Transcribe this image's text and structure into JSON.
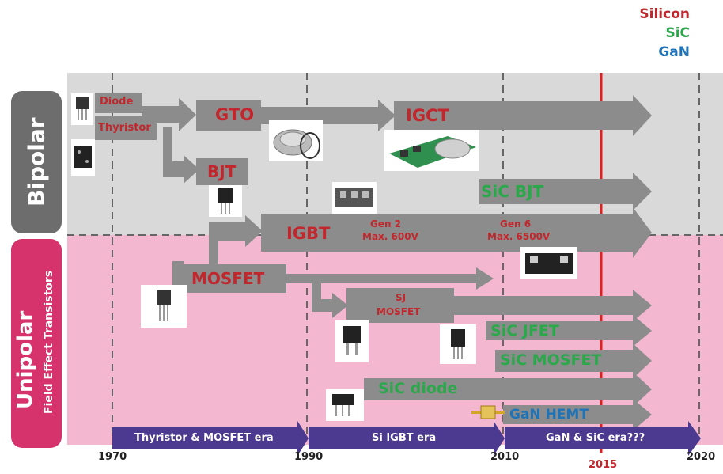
{
  "legend": {
    "silicon": "Silicon",
    "sic": "SiC",
    "gan": "GaN"
  },
  "colors": {
    "silicon": "#c1272d",
    "sic": "#2aa84a",
    "gan": "#1f73b7",
    "bipolar_bg": "#d9d9d9",
    "unipolar_bg": "#f3b7cf",
    "arrow": "#8c8c8c",
    "era": "#4b3a8f",
    "timeline_2015": "#e02020"
  },
  "groups": {
    "bipolar": "Bipolar",
    "unipolar": "Unipolar",
    "unipolar_sub": "Field Effect Transistors"
  },
  "devices": {
    "diode": "Diode",
    "thyristor": "Thyristor",
    "gto": "GTO",
    "igct": "IGCT",
    "bjt": "BJT",
    "sic_bjt": "SiC BJT",
    "igbt": "IGBT",
    "gen2": "Gen 2",
    "gen2_v": "Max. 600V",
    "gen6": "Gen 6",
    "gen6_v": "Max. 6500V",
    "mosfet": "MOSFET",
    "sj": "SJ",
    "sj2": "MOSFET",
    "sic_jfet": "SiC JFET",
    "sic_mosfet": "SiC MOSFET",
    "sic_diode": "SiC diode",
    "gan_hemt": "GaN HEMT"
  },
  "eras": [
    "Thyristor & MOSFET era",
    "Si IGBT era",
    "GaN & SiC era???"
  ],
  "years": [
    "1970",
    "1990",
    "2010",
    "2015",
    "2020"
  ],
  "icons": [
    "to220-package-icon",
    "module-icon",
    "press-pack-icon",
    "igct-board-icon",
    "to247-package-icon",
    "dpak-package-icon",
    "rf-package-icon"
  ]
}
